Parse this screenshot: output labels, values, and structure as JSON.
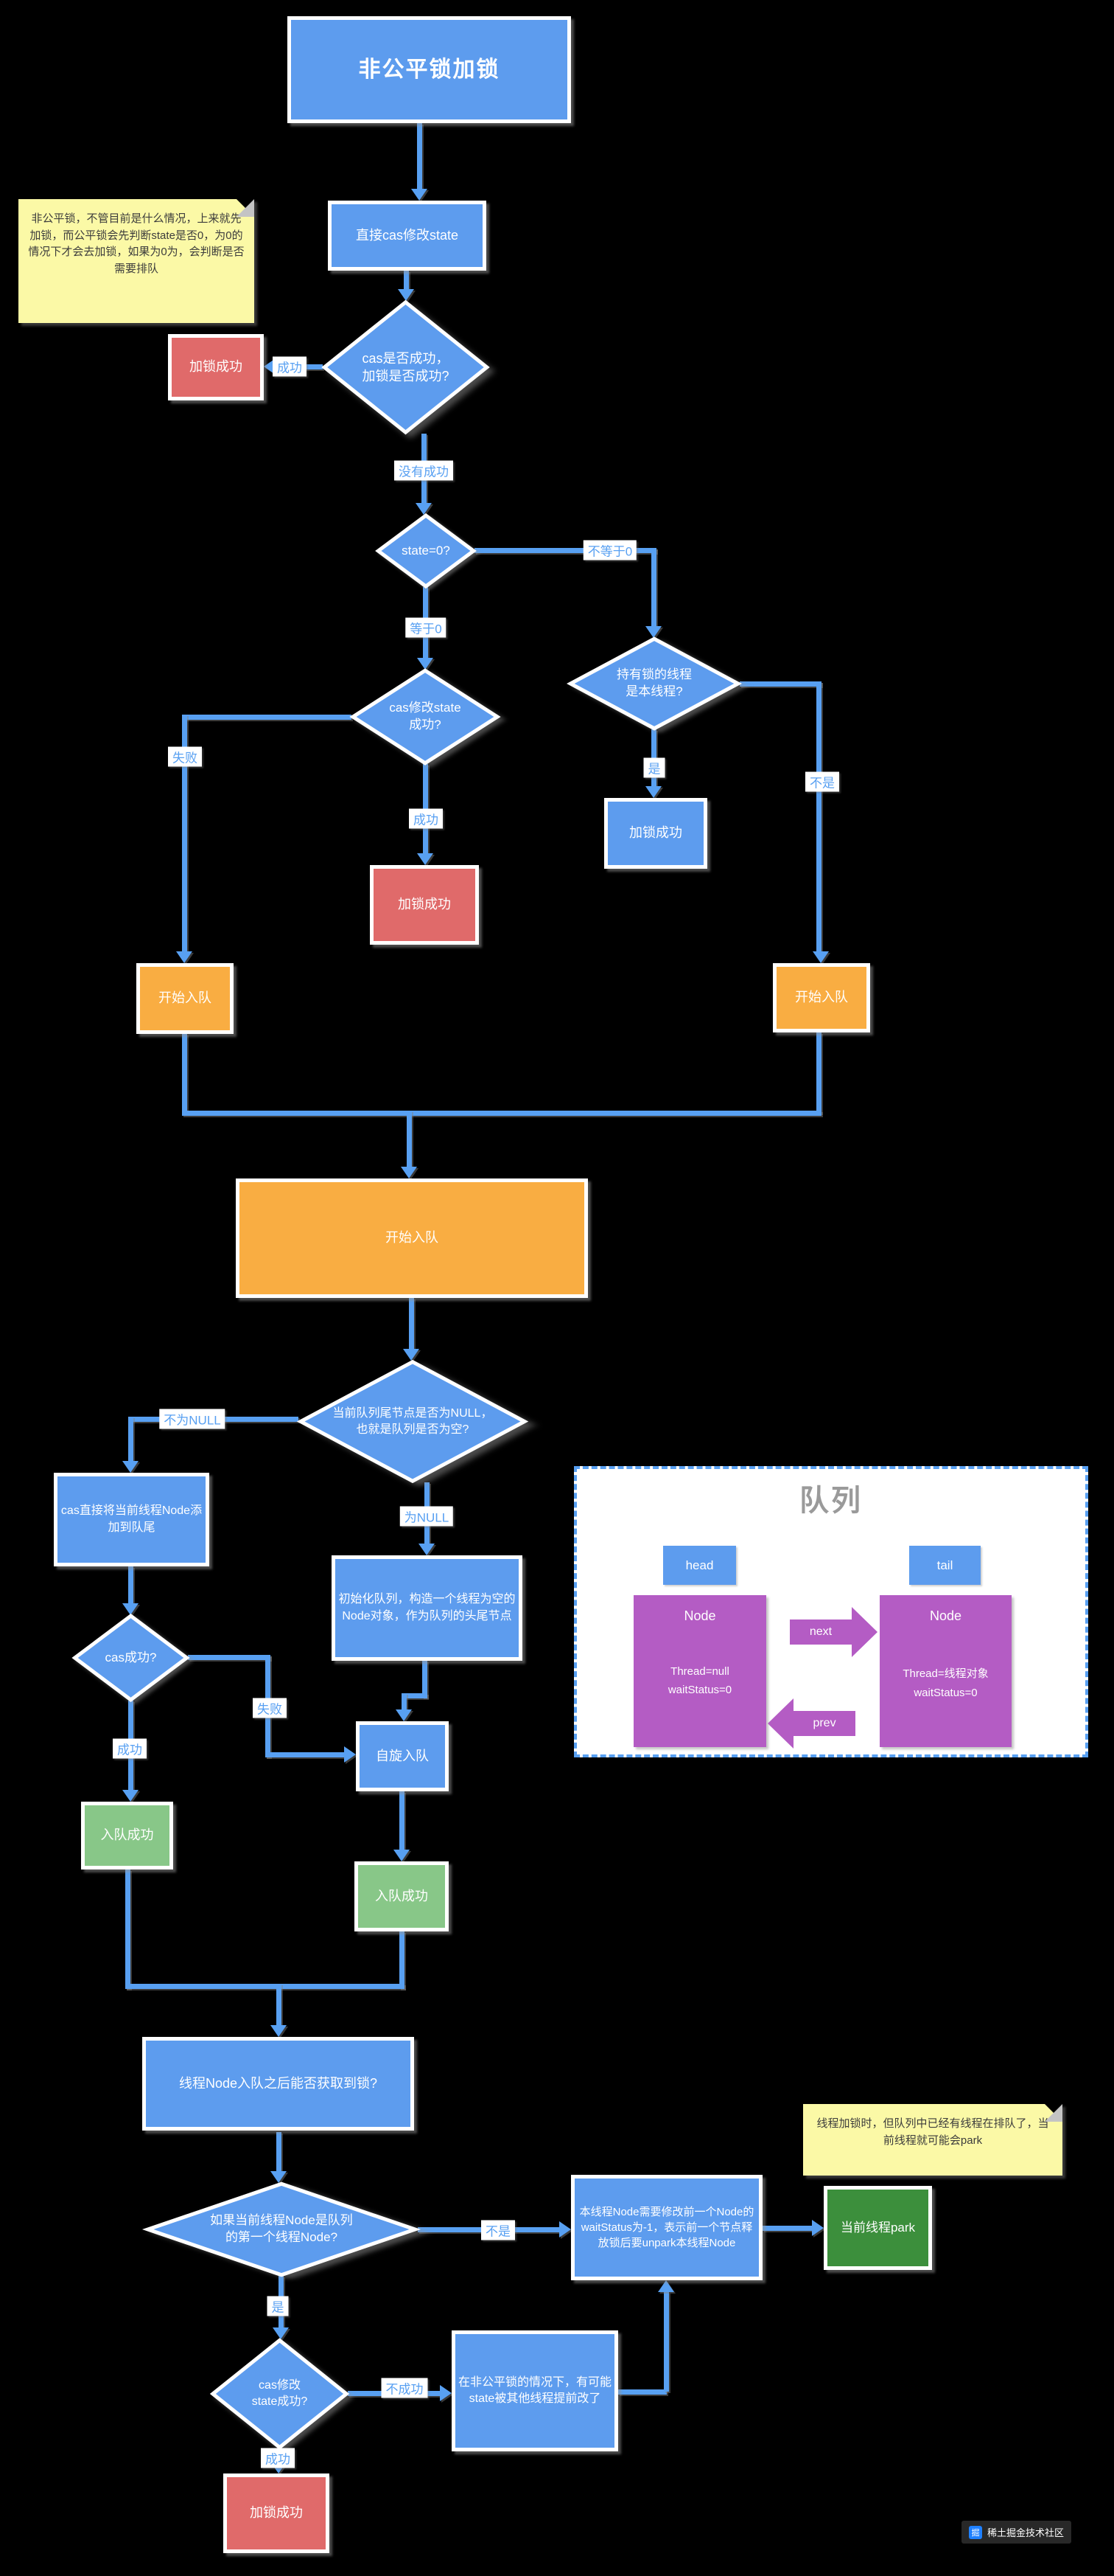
{
  "flowchart": {
    "title": "非公平锁加锁",
    "notes": {
      "unfair_note": "非公平锁，不管目前是什么情况，上来就先加锁，而公平锁会先判断state是否0，为0的情况下才会去加锁，如果为0为，会判断是否需要排队",
      "park_note": "线程加锁时，但队列中已经有线程在排队了，当前线程就可能会park"
    },
    "nodes": {
      "direct_cas": "直接cas修改state",
      "lock_success": "加锁成功",
      "start_enqueue": "开始入队",
      "enqueue_success": "入队成功",
      "cas_add_tail": "cas直接将当前线程Node添加到队尾",
      "init_queue": "初始化队列，构造一个线程为空的Node对象，作为队列的头尾节点",
      "spin_enqueue": "自旋入队",
      "acquire_after_enqueue": "线程Node入队之后能否获取到锁?",
      "modify_prev_waitstatus": "本线程Node需要修改前一个Node的waitStatus为-1，表示前一个节点释放锁后要unpark本线程Node",
      "current_thread_park": "当前线程park",
      "unfair_state_changed": "在非公平锁的情况下，有可能state被其他线程提前改了"
    },
    "decisions": {
      "cas_lock_ok": "cas是否成功，\n加锁是否成功?",
      "state_eq_0": "state=0?",
      "own_thread": "持有锁的线程\n是本线程?",
      "cas_modify_ok": "cas修改state\n成功?",
      "tail_null": "当前队列尾节点是否为NULL，\n也就是队列是否为空?",
      "cas_ok": "cas成功?",
      "first_node": "如果当前线程Node是队列\n的第一个线程Node?",
      "cas_modify_ok2": "cas修改\nstate成功?"
    },
    "edge_labels": {
      "success": "成功",
      "fail": "失败",
      "no_success": "没有成功",
      "not_success": "不成功",
      "eq0": "等于0",
      "neq0": "不等于0",
      "yes": "是",
      "no": "不是",
      "not_null": "不为NULL",
      "is_null": "为NULL"
    },
    "queue_panel": {
      "title": "队列",
      "head_label": "head",
      "tail_label": "tail",
      "node_left": {
        "name": "Node",
        "thread": "Thread=null",
        "wait_status": "waitStatus=0"
      },
      "node_right": {
        "name": "Node",
        "thread": "Thread=线程对象",
        "wait_status": "waitStatus=0"
      },
      "next_label": "next",
      "prev_label": "prev"
    },
    "watermark": {
      "label": "稀土掘金技术社区",
      "logo_glyph": "掘"
    },
    "colors": {
      "node_blue": "#5d9cee",
      "node_red": "#e06a6a",
      "node_orange": "#f9ad42",
      "node_green": "#88c788",
      "node_dark_green": "#3c8f3c",
      "node_purple": "#b45cc4",
      "note_yellow": "#fbf9a6",
      "line_blue": "#58a0f2",
      "background": "#000000"
    }
  }
}
